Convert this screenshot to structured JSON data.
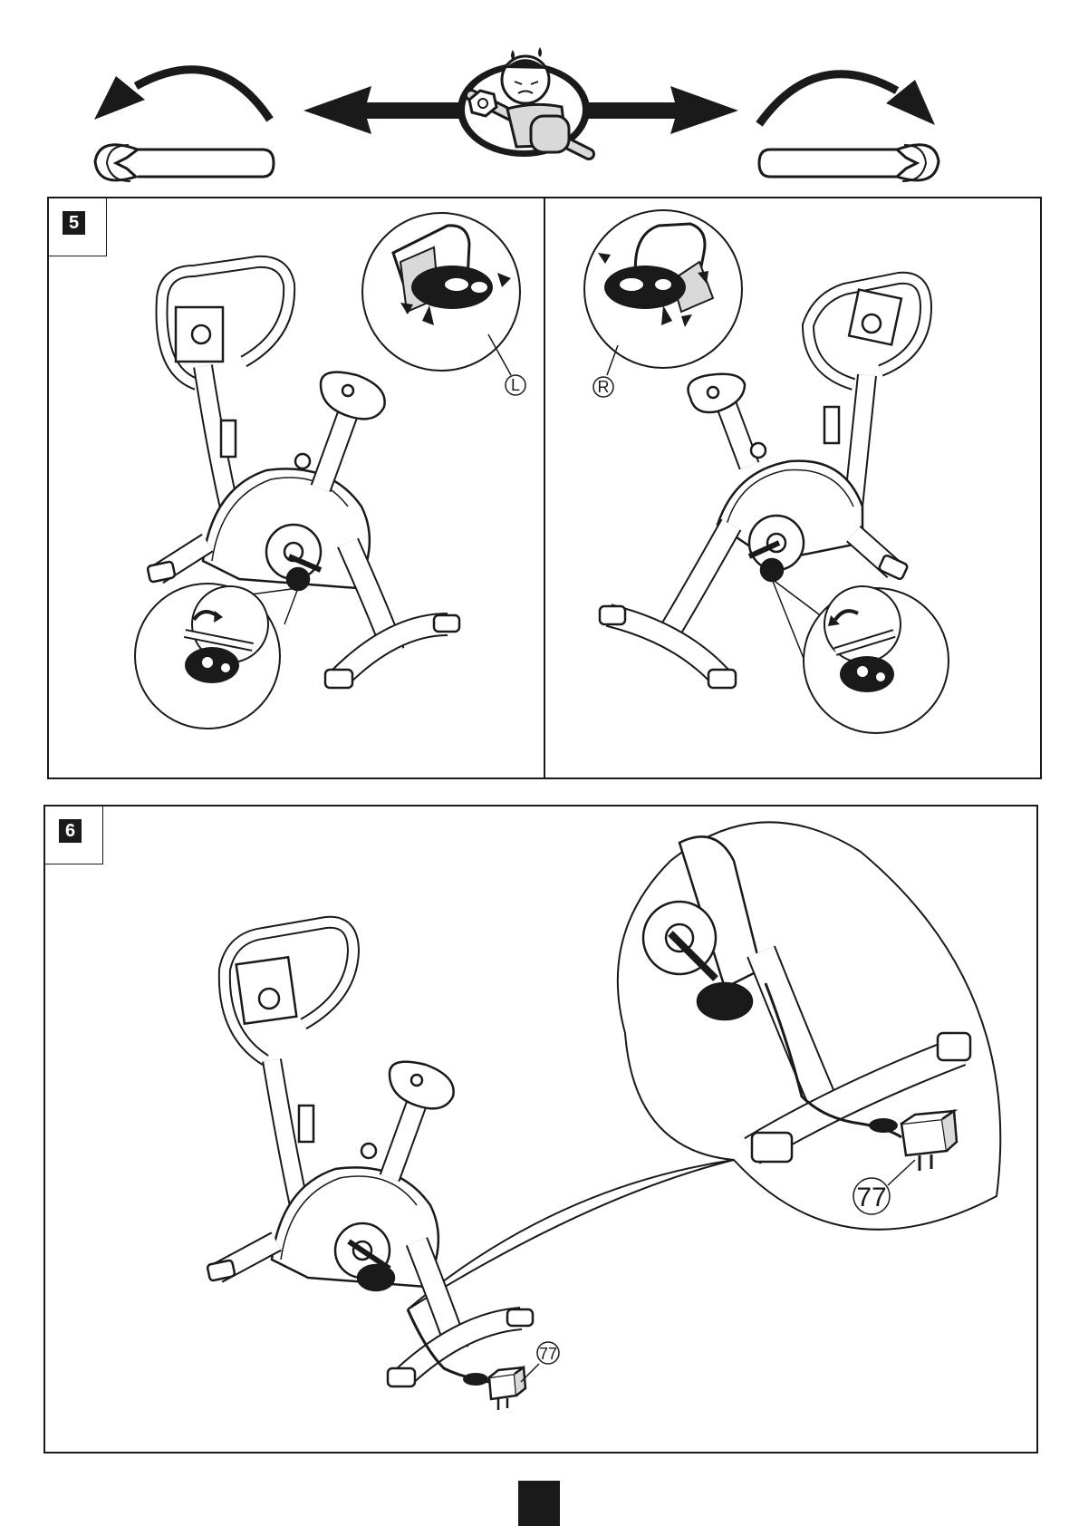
{
  "header": {
    "left_direction": "counter-clockwise",
    "right_direction": "clockwise"
  },
  "steps": [
    {
      "number": "5",
      "left_label": "L",
      "right_label": "R"
    },
    {
      "number": "6",
      "part_label_zoom": "77",
      "part_label_main": "77"
    }
  ],
  "colors": {
    "ink": "#1a1a1a",
    "paper": "#ffffff",
    "shade": "#d9d9d9"
  }
}
